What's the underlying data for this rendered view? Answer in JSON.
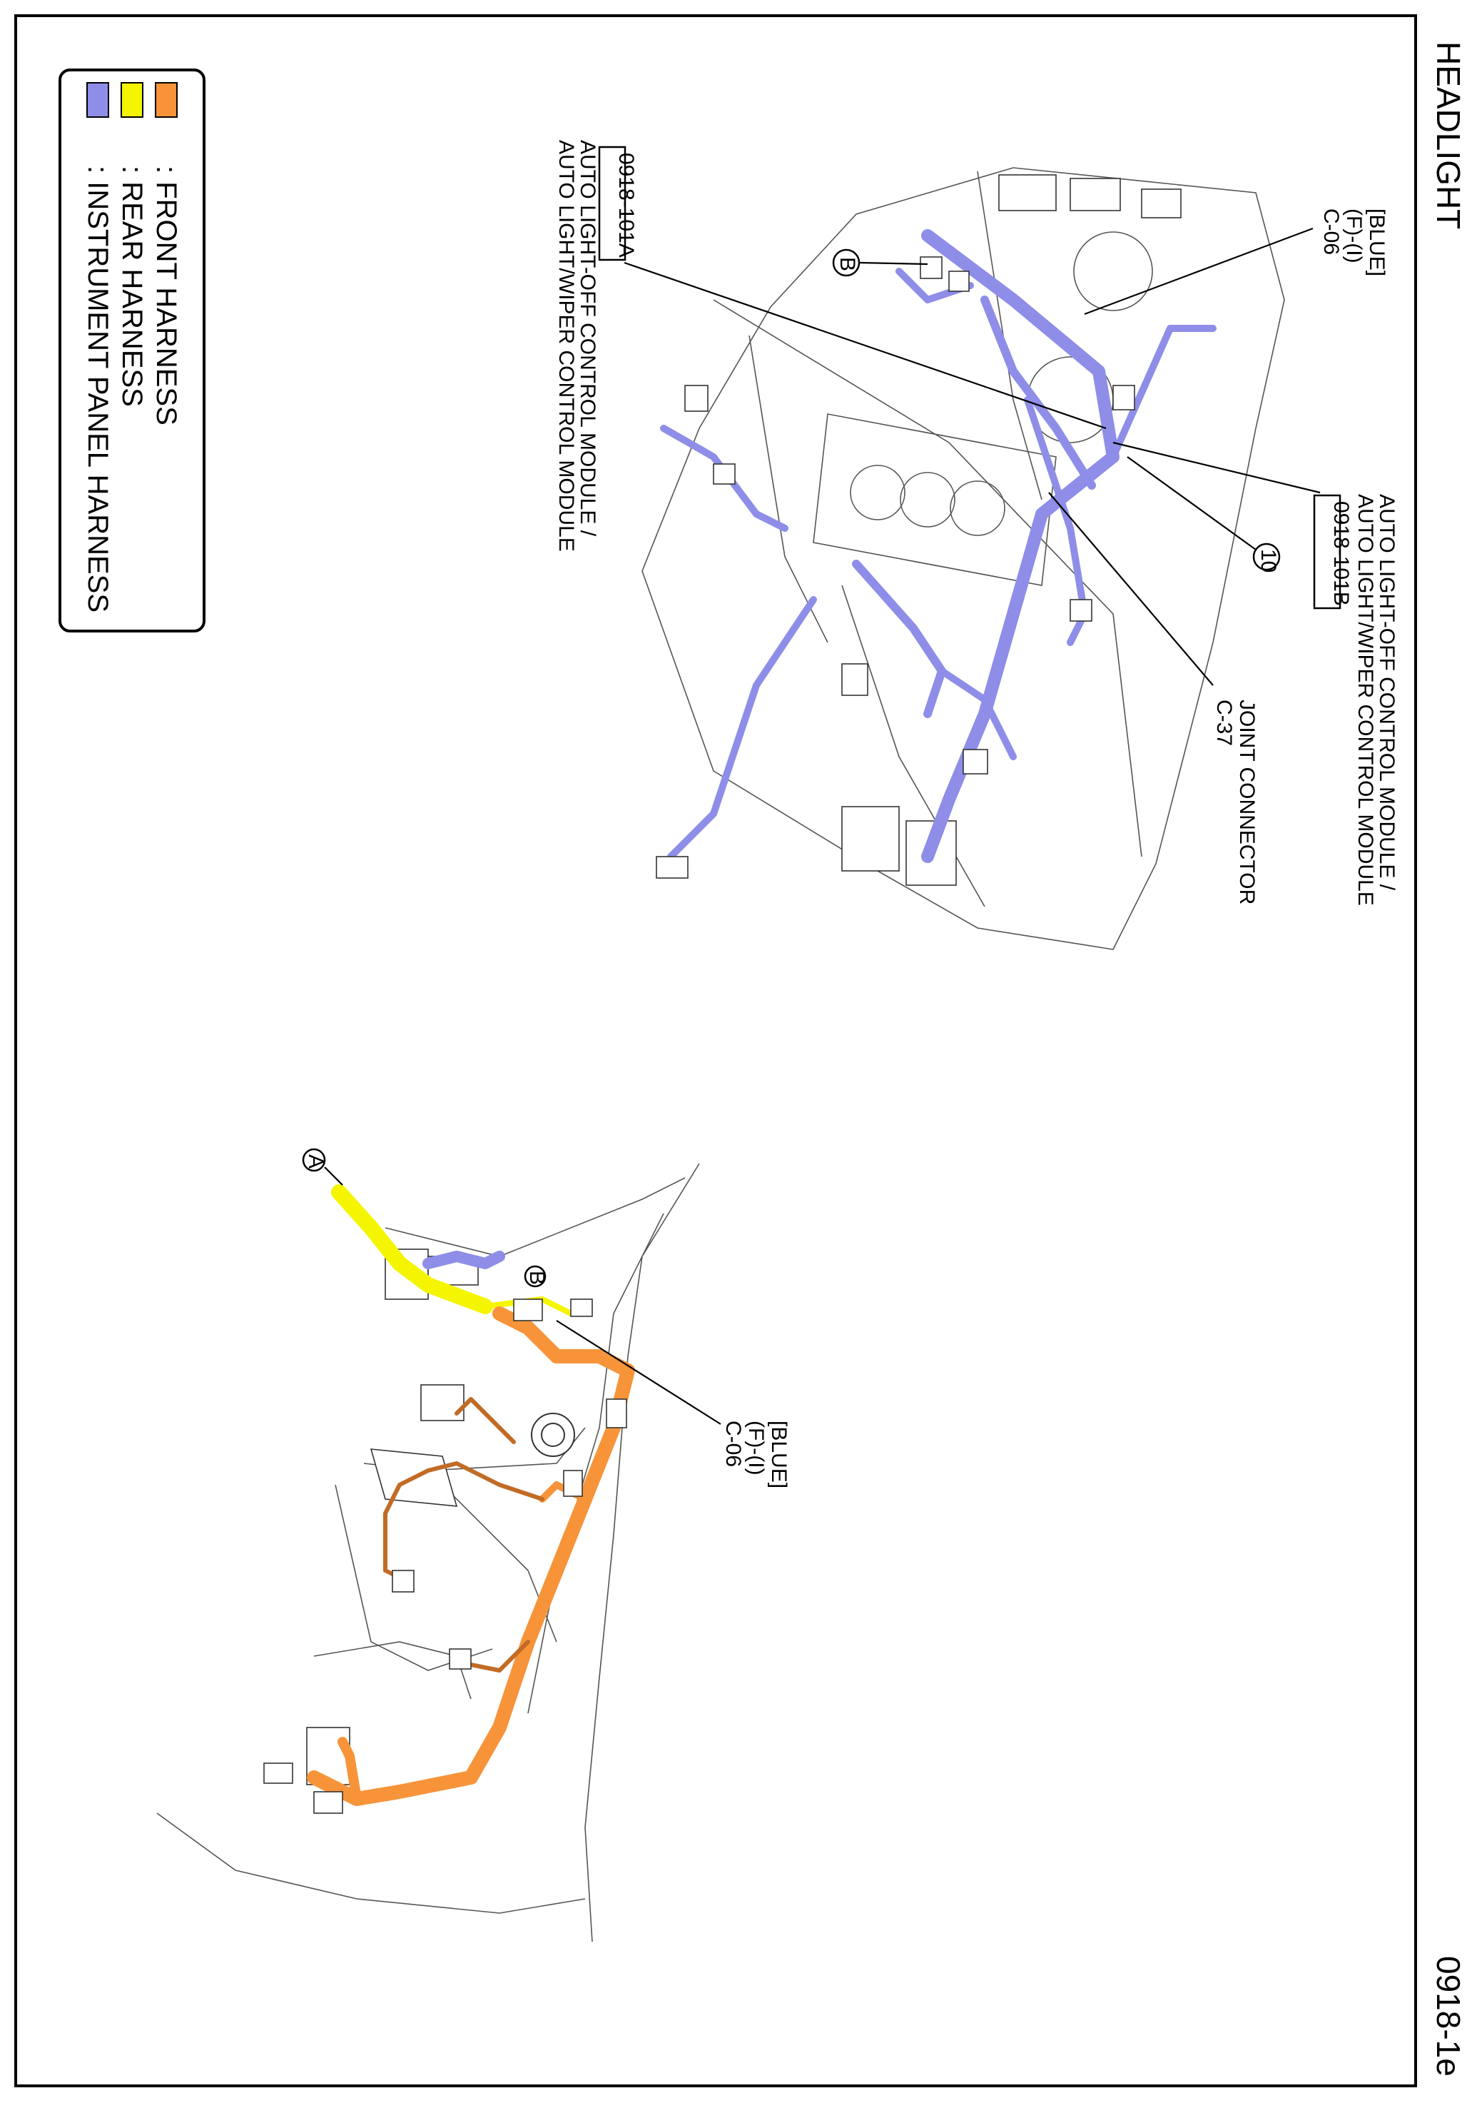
{
  "page": {
    "title": "HEADLIGHT",
    "page_number": "0918-1e"
  },
  "legend": {
    "items": [
      {
        "label": ": FRONT HARNESS",
        "color": "#f7943a"
      },
      {
        "label": ": REAR HARNESS",
        "color": "#f5f500"
      },
      {
        "label": ": INSTRUMENT PANEL HARNESS",
        "color": "#8e8ee8"
      }
    ]
  },
  "callouts": {
    "c06_top": {
      "color": "[BLUE]",
      "type": "(F)-(I)",
      "id": "C-06"
    },
    "module_b": {
      "line1": "AUTO LIGHT-OFF CONTROL MODULE /",
      "line2": "AUTO LIGHT/WIPER CONTROL MODULE",
      "ref": "0918-101B"
    },
    "joint": {
      "line1": "JOINT CONNECTOR",
      "id": "C-37"
    },
    "module_a": {
      "ref": "0918-101A",
      "line1": "AUTO LIGHT-OFF CONTROL MODULE /",
      "line2": "AUTO LIGHT/WIPER CONTROL MODULE"
    },
    "circle_10": "10",
    "marker_b_top": "B",
    "marker_a": "A",
    "marker_b_bottom": "B",
    "c06_bottom": {
      "color": "[BLUE]",
      "type": "(F)-(I)",
      "id": "C-06"
    }
  }
}
